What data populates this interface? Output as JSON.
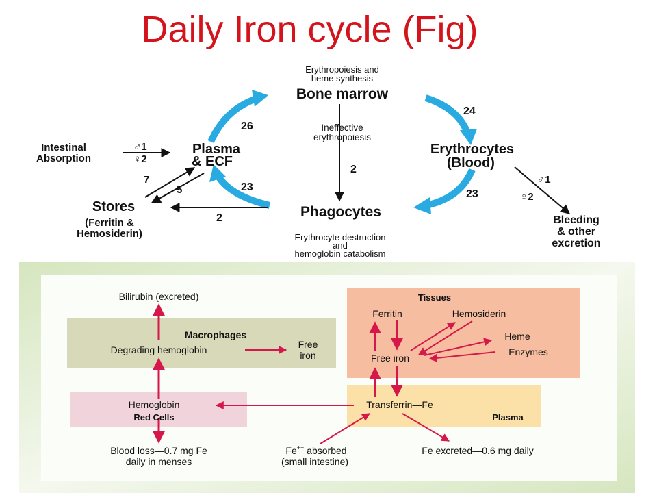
{
  "title": "Daily Iron cycle (Fig)",
  "top": {
    "erythro_note_1": "Erythropoiesis and",
    "erythro_note_2": "heme synthesis",
    "bone_marrow": "Bone marrow",
    "ineffective_1": "Ineffective",
    "ineffective_2": "erythropoiesis",
    "erythrocytes_1": "Erythrocytes",
    "erythrocytes_2": "(Blood)",
    "plasma_1": "Plasma",
    "plasma_2": "& ECF",
    "intestinal_1": "Intestinal",
    "intestinal_2": "Absorption",
    "male_1": "♂1",
    "female_2": "♀2",
    "stores_1": "Stores",
    "stores_2": "(Ferritin &",
    "stores_3": "Hemosiderin)",
    "phagocytes": "Phagocytes",
    "destruction_1": "Erythrocyte destruction",
    "destruction_2": "and",
    "destruction_3": "hemoglobin catabolism",
    "bleeding_1": "Bleeding",
    "bleeding_2": "& other",
    "bleeding_3": "excretion",
    "bleed_male": "♂1",
    "bleed_female": "♀2",
    "n26": "26",
    "n24": "24",
    "n23_right": "23",
    "n23_left": "23",
    "n2_center": "2",
    "n2_stores": "2",
    "n7": "7",
    "n5": "5"
  },
  "bottom": {
    "bilirubin": "Bilirubin (excreted)",
    "macrophages": "Macrophages",
    "degrading": "Degrading hemoglobin",
    "free_iron_1": "Free",
    "free_iron_2": "iron",
    "tissues": "Tissues",
    "ferritin": "Ferritin",
    "hemosiderin": "Hemosiderin",
    "heme": "Heme",
    "enzymes": "Enzymes",
    "tissue_free_iron": "Free iron",
    "hemoglobin": "Hemoglobin",
    "red_cells": "Red Cells",
    "transferrin": "Transferrin—Fe",
    "plasma": "Plasma",
    "blood_loss_1": "Blood loss—0.7 mg Fe",
    "blood_loss_2": "daily in menses",
    "fe_absorbed_prefix": "Fe",
    "fe_absorbed_sup": "++",
    "fe_absorbed_1": " absorbed",
    "fe_absorbed_2": "(small intestine)",
    "fe_excreted": "Fe excreted—0.6 mg daily"
  },
  "colors": {
    "title": "#d4141c",
    "cycle_arrow": "#29abe2",
    "red_arrow": "#d6174a",
    "macrophage_box": "#d8d9b8",
    "tissue_box": "#f6bda0",
    "red_cell_box": "#f1d3dc",
    "plasma_box": "#fbe0a8"
  }
}
